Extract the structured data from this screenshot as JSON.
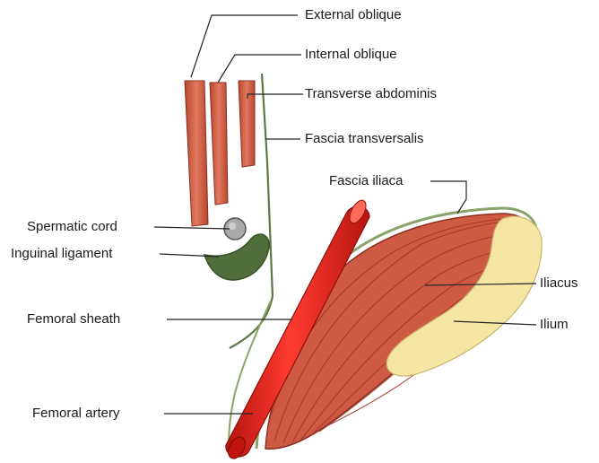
{
  "labels": {
    "external_oblique": "External oblique",
    "internal_oblique": "Internal oblique",
    "transverse_abdominis": "Transverse abdominis",
    "fascia_transversalis": "Fascia transversalis",
    "fascia_iliaca": "Fascia iliaca",
    "spermatic_cord": "Spermatic cord",
    "inguinal_ligament": "Inguinal ligament",
    "iliacus": "Iliacus",
    "ilium": "Ilium",
    "femoral_sheath": "Femoral sheath",
    "femoral_artery": "Femoral artery"
  },
  "colors": {
    "muscle": "#cf5a44",
    "muscle_dark": "#9e3424",
    "artery": "#e0261e",
    "ligament": "#4f6e3a",
    "bone": "#f6e6a4",
    "fascia": "#8aa36a",
    "cord": "#a9a9a9",
    "leader_line": "#222222"
  }
}
